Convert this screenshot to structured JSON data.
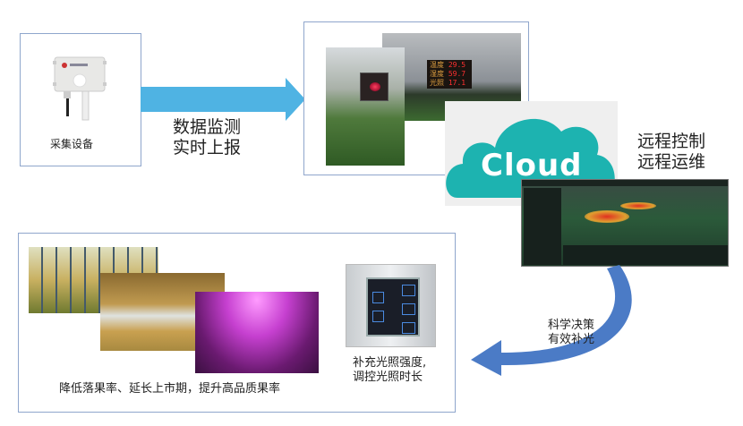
{
  "step1": {
    "label": "采集设备"
  },
  "arrow1": {
    "label": "数据监测\n实时上报"
  },
  "step2": {
    "board_rows": [
      [
        "温度",
        "29.5"
      ],
      [
        "湿度",
        "59.7"
      ],
      [
        "光照",
        "17.1"
      ]
    ]
  },
  "cloud": {
    "label": "Cloud"
  },
  "remote": {
    "label": "远程控制\n远程运维"
  },
  "arrow2": {
    "label": "科学决策\n有效补光"
  },
  "step3": {
    "panel_caption": "补充光照强度,\n调控光照时长",
    "benefit": "降低落果率、延长上市期，提升高品质果率"
  },
  "colors": {
    "arrow1": "#4fb3e3",
    "cloud": "#1db3b0",
    "arrow2": "#4b7bc6",
    "border": "#8fa6cc"
  }
}
